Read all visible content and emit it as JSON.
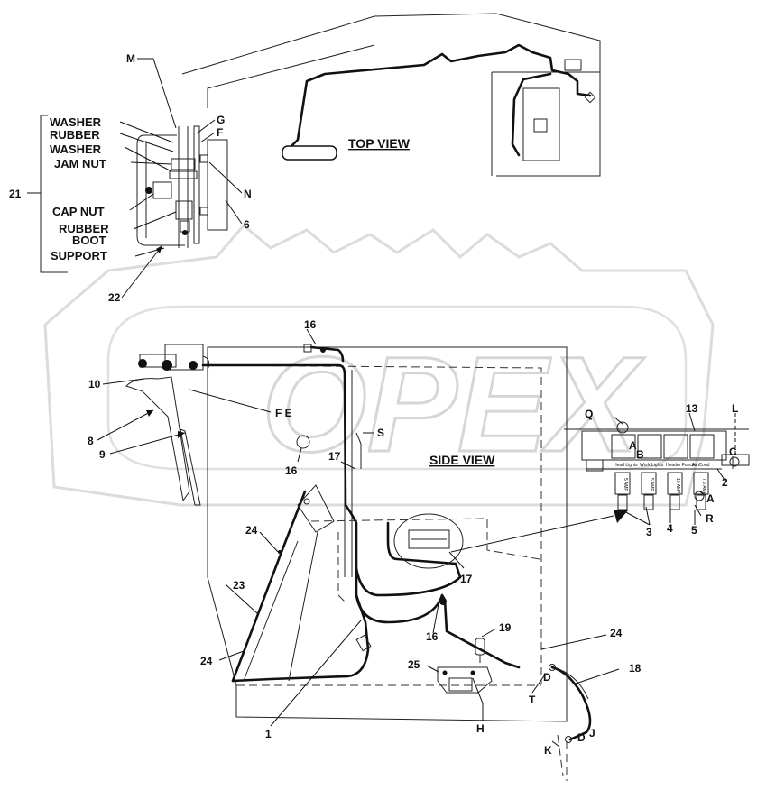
{
  "watermark": {
    "text": "OPEX"
  },
  "views": {
    "top": "TOP VIEW",
    "side": "SIDE VIEW"
  },
  "detail_labels": {
    "washer_1": "WASHER",
    "rubber": "RUBBER",
    "washer_2": "WASHER",
    "jam_nut": "JAM NUT",
    "cap_nut": "CAP NUT",
    "rubber_2": "RUBBER",
    "boot": "BOOT",
    "support": "SUPPORT"
  },
  "callouts": {
    "n21": "21",
    "n22": "22",
    "M": "M",
    "G": "G",
    "F": "F",
    "N": "N",
    "n6": "6",
    "n10": "10",
    "FE": "F E",
    "n8": "8",
    "n9": "9",
    "n16a": "16",
    "n16b": "16",
    "n16c": "16",
    "n17a": "17",
    "n17b": "17",
    "S": "S",
    "n24a": "24",
    "n24b": "24",
    "n24c": "24",
    "n23": "23",
    "n1": "1",
    "n19": "19",
    "n25": "25",
    "H": "H",
    "D1": "D",
    "T": "T",
    "n18": "18",
    "J": "J",
    "D2": "D",
    "K": "K",
    "Q": "Q",
    "n13": "13",
    "L": "L",
    "C": "C",
    "A1": "A",
    "B": "B",
    "n2": "2",
    "A2": "A",
    "R": "R",
    "n3": "3",
    "n4": "4",
    "n5": "5"
  },
  "switch_panel": {
    "switch_labels": [
      "Head Lights",
      "Work Lights",
      "Header Function",
      "Air Cond"
    ],
    "fuse_labels": [
      "5 AMP",
      "5 AMP",
      "10 AMP",
      "7.5 AMP"
    ]
  },
  "colors": {
    "ink": "#111111",
    "watermark": "#d6d6d6",
    "paper": "#ffffff"
  }
}
